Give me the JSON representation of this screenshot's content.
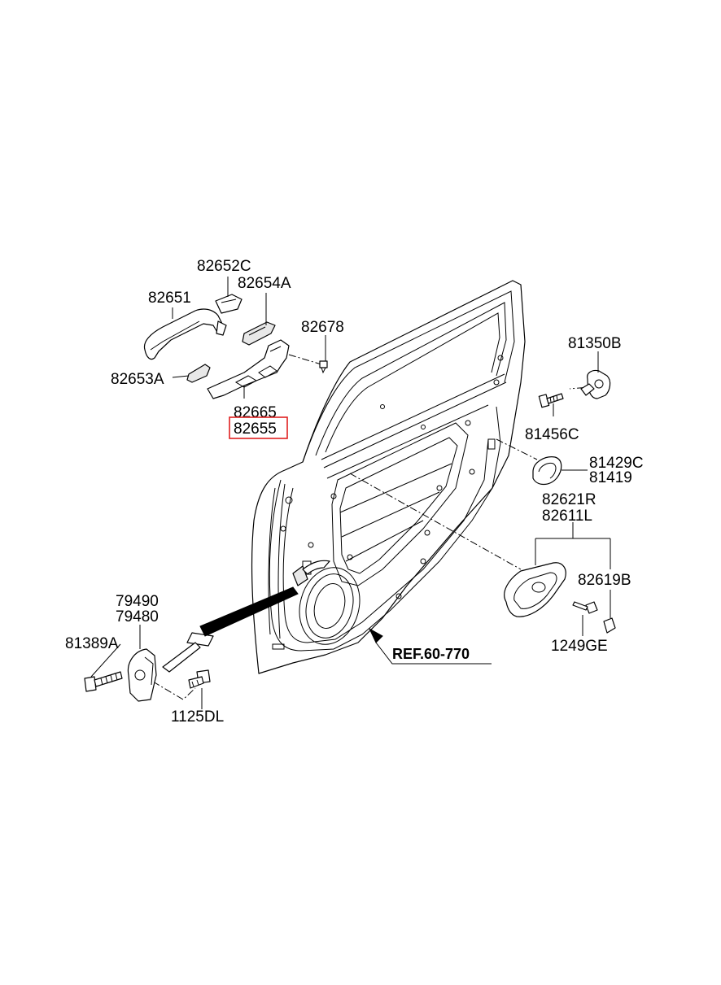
{
  "labels": {
    "p82652C": "82652C",
    "p82654A": "82654A",
    "p82651": "82651",
    "p82678": "82678",
    "p82653A": "82653A",
    "p82665": "82665",
    "p82655": "82655",
    "p81350B": "81350B",
    "p81456C": "81456C",
    "p81429C": "81429C",
    "p81419": "81419",
    "p82621R": "82621R",
    "p82611L": "82611L",
    "p82619B": "82619B",
    "p1249GE": "1249GE",
    "p79490": "79490",
    "p79480": "79480",
    "p81389A": "81389A",
    "p1125DL": "1125DL",
    "ref": "REF.60-770"
  },
  "highlight": {
    "part": "82655",
    "color": "#e02020"
  }
}
